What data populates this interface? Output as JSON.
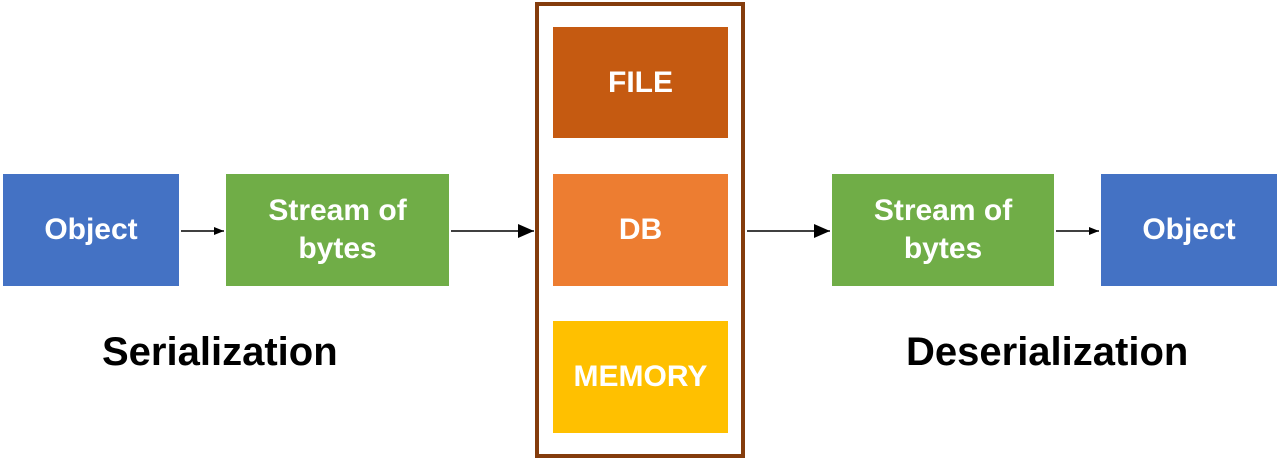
{
  "serialization": {
    "object_label": "Object",
    "stream_label": "Stream of bytes",
    "caption": "Serialization"
  },
  "storage": {
    "file_label": "FILE",
    "db_label": "DB",
    "memory_label": "MEMORY"
  },
  "deserialization": {
    "stream_label": "Stream of bytes",
    "object_label": "Object",
    "caption": "Deserialization"
  },
  "colors": {
    "object": "#4472c4",
    "stream": "#70ad47",
    "file": "#c55a11",
    "db": "#ed7d31",
    "memory": "#ffc000",
    "frame": "#843c0c"
  }
}
